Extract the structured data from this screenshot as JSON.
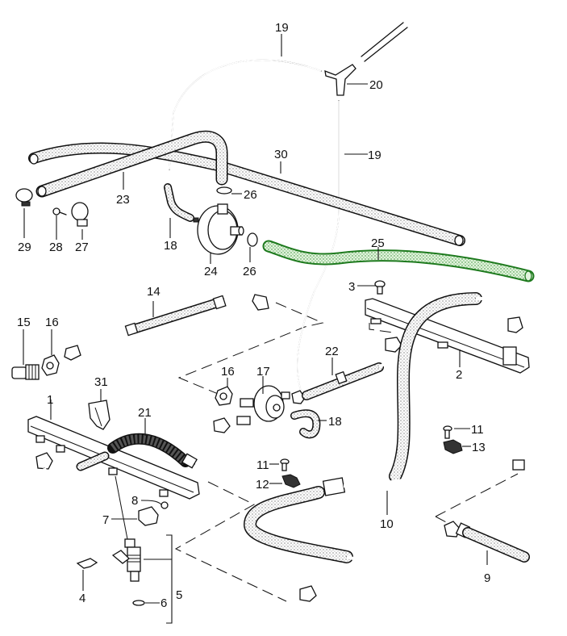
{
  "diagram": {
    "title": "Fuel injection lines and hoses exploded parts view",
    "highlighted_part": "25",
    "colors": {
      "line": "#111111",
      "background": "#ffffff",
      "hose_fill": "#f1f1f1",
      "highlight_outline": "#1e7a1e",
      "highlight_fill": "#d9f0d4"
    },
    "callouts": [
      {
        "id": "1",
        "label": "1",
        "part": "fuel-rail-left"
      },
      {
        "id": "2",
        "label": "2",
        "part": "fuel-rail-right"
      },
      {
        "id": "3",
        "label": "3",
        "part": "bolt"
      },
      {
        "id": "4",
        "label": "4",
        "part": "injector-clip"
      },
      {
        "id": "5",
        "label": "5",
        "part": "injector-assembly"
      },
      {
        "id": "6",
        "label": "6",
        "part": "o-ring"
      },
      {
        "id": "7",
        "label": "7",
        "part": "injector-cap"
      },
      {
        "id": "8",
        "label": "8",
        "part": "seal-ring"
      },
      {
        "id": "9",
        "label": "9",
        "part": "fuel-line"
      },
      {
        "id": "10",
        "label": "10",
        "part": "fuel-line-tee"
      },
      {
        "id": "11a",
        "label": "11",
        "part": "bolt"
      },
      {
        "id": "11b",
        "label": "11",
        "part": "bolt"
      },
      {
        "id": "12",
        "label": "12",
        "part": "clamp"
      },
      {
        "id": "13",
        "label": "13",
        "part": "clamp"
      },
      {
        "id": "14",
        "label": "14",
        "part": "fuel-line"
      },
      {
        "id": "15",
        "label": "15",
        "part": "union-fitting"
      },
      {
        "id": "16a",
        "label": "16",
        "part": "nut"
      },
      {
        "id": "16b",
        "label": "16",
        "part": "nut"
      },
      {
        "id": "17",
        "label": "17",
        "part": "pressure-regulator"
      },
      {
        "id": "18a",
        "label": "18",
        "part": "vacuum-hose"
      },
      {
        "id": "18b",
        "label": "18",
        "part": "vacuum-hose"
      },
      {
        "id": "19a",
        "label": "19",
        "part": "vacuum-line"
      },
      {
        "id": "19b",
        "label": "19",
        "part": "vacuum-line"
      },
      {
        "id": "20",
        "label": "20",
        "part": "y-connector"
      },
      {
        "id": "21",
        "label": "21",
        "part": "fuel-hose-braided"
      },
      {
        "id": "22",
        "label": "22",
        "part": "fuel-line"
      },
      {
        "id": "23",
        "label": "23",
        "part": "hose"
      },
      {
        "id": "24",
        "label": "24",
        "part": "damper"
      },
      {
        "id": "25",
        "label": "25",
        "part": "hose-highlighted"
      },
      {
        "id": "26a",
        "label": "26",
        "part": "hose-clamp"
      },
      {
        "id": "26b",
        "label": "26",
        "part": "hose-clamp"
      },
      {
        "id": "27",
        "label": "27",
        "part": "holder"
      },
      {
        "id": "28",
        "label": "28",
        "part": "screw"
      },
      {
        "id": "29",
        "label": "29",
        "part": "hose-clamp"
      },
      {
        "id": "30",
        "label": "30",
        "part": "hose"
      },
      {
        "id": "31",
        "label": "31",
        "part": "clip"
      }
    ]
  }
}
